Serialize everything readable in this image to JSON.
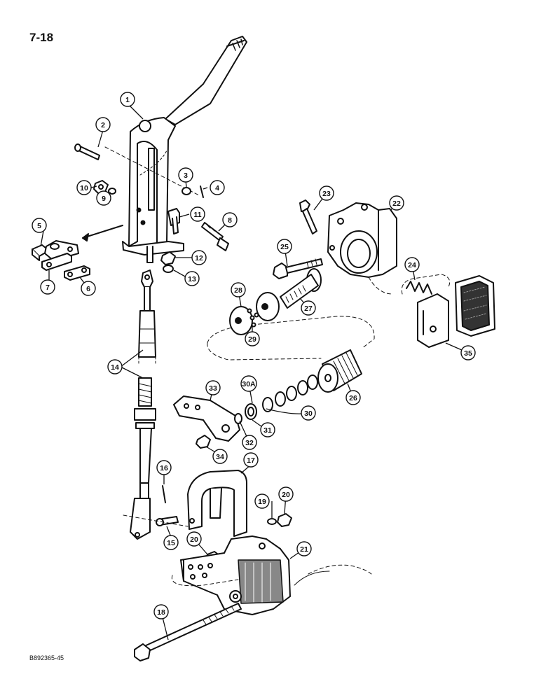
{
  "page_number": "7-18",
  "reference_code": "B892365-45",
  "colors": {
    "ink": "#111111",
    "paper": "#ffffff",
    "shade": "#555555"
  },
  "callouts": [
    {
      "id": "c1",
      "label": "1"
    },
    {
      "id": "c2",
      "label": "2"
    },
    {
      "id": "c3",
      "label": "3"
    },
    {
      "id": "c4",
      "label": "4"
    },
    {
      "id": "c5",
      "label": "5"
    },
    {
      "id": "c6",
      "label": "6"
    },
    {
      "id": "c7",
      "label": "7"
    },
    {
      "id": "c8",
      "label": "8"
    },
    {
      "id": "c9",
      "label": "9"
    },
    {
      "id": "c10",
      "label": "10"
    },
    {
      "id": "c11",
      "label": "11"
    },
    {
      "id": "c12",
      "label": "12"
    },
    {
      "id": "c13",
      "label": "13"
    },
    {
      "id": "c14",
      "label": "14"
    },
    {
      "id": "c15",
      "label": "15"
    },
    {
      "id": "c16",
      "label": "16"
    },
    {
      "id": "c17",
      "label": "17"
    },
    {
      "id": "c18",
      "label": "18"
    },
    {
      "id": "c19",
      "label": "19"
    },
    {
      "id": "c20a",
      "label": "20"
    },
    {
      "id": "c20b",
      "label": "20"
    },
    {
      "id": "c21",
      "label": "21"
    },
    {
      "id": "c22",
      "label": "22"
    },
    {
      "id": "c23",
      "label": "23"
    },
    {
      "id": "c24",
      "label": "24"
    },
    {
      "id": "c25",
      "label": "25"
    },
    {
      "id": "c26",
      "label": "26"
    },
    {
      "id": "c27",
      "label": "27"
    },
    {
      "id": "c28",
      "label": "28"
    },
    {
      "id": "c29",
      "label": "29"
    },
    {
      "id": "c30",
      "label": "30"
    },
    {
      "id": "c30a",
      "label": "30A"
    },
    {
      "id": "c31",
      "label": "31"
    },
    {
      "id": "c32",
      "label": "32"
    },
    {
      "id": "c33",
      "label": "33"
    },
    {
      "id": "c34",
      "label": "34"
    },
    {
      "id": "c35",
      "label": "35"
    }
  ]
}
